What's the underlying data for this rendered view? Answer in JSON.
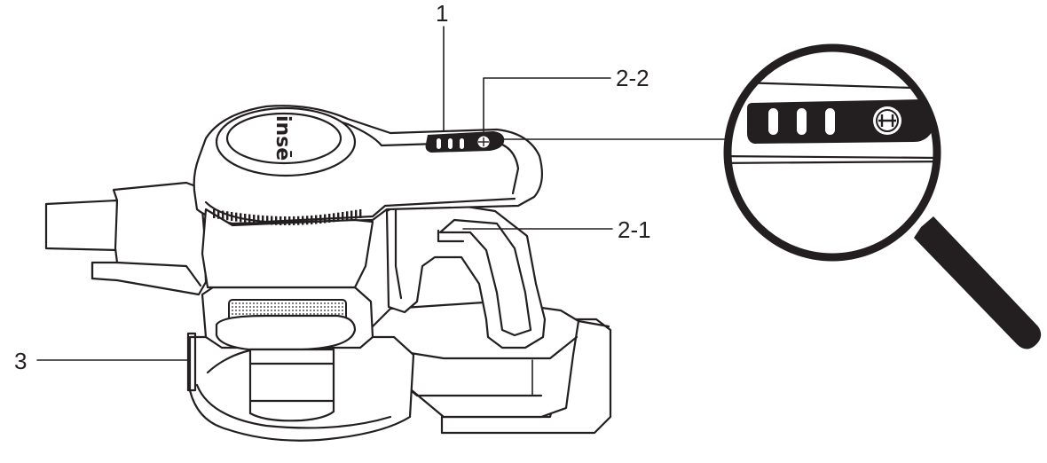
{
  "diagram": {
    "brand": "insē",
    "callouts": [
      {
        "id": "1",
        "text": "1"
      },
      {
        "id": "2-2",
        "text": "2-2"
      },
      {
        "id": "2-1",
        "text": "2-1"
      },
      {
        "id": "3",
        "text": "3"
      }
    ],
    "colors": {
      "line": "#231f20",
      "background": "#ffffff"
    },
    "icons": [
      "battery-indicator-icon",
      "magnifier-icon",
      "power-button-icon"
    ]
  }
}
